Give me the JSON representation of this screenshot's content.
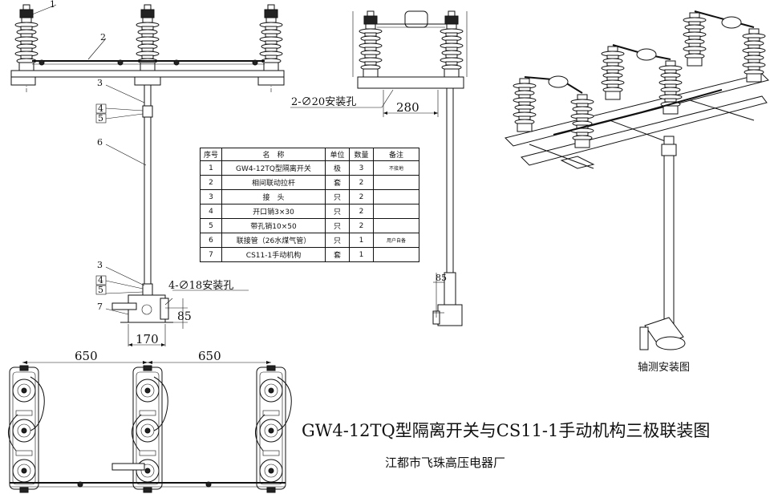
{
  "title": "GW4-12TQ型隔离开关与CS11-1手动机构三极联装图",
  "maker": "江都市飞珠高压电器厂",
  "axonometric_label": "轴测安装图",
  "callouts": {
    "front": [
      "1",
      "2",
      "3",
      "4",
      "5",
      "6",
      "3",
      "4",
      "5",
      "7"
    ]
  },
  "dimensions": {
    "hole_top": "2-∅20安装孔",
    "width_280": "280",
    "dim_85_side": "85",
    "hole_base": "4-∅18安装孔",
    "dim_85_base": "85",
    "dim_170": "170",
    "dim_650_a": "650",
    "dim_650_b": "650"
  },
  "bom": {
    "headers": [
      "序号",
      "名　称",
      "单位",
      "数量",
      "备注"
    ],
    "rows": [
      {
        "no": "1",
        "name": "GW4-12TQ型隔离开关",
        "unit": "极",
        "qty": "3",
        "note": "不接地"
      },
      {
        "no": "2",
        "name": "相间联动拉杆",
        "unit": "套",
        "qty": "2",
        "note": ""
      },
      {
        "no": "3",
        "name": "接　头",
        "unit": "只",
        "qty": "2",
        "note": ""
      },
      {
        "no": "4",
        "name": "开口销3×30",
        "unit": "只",
        "qty": "2",
        "note": ""
      },
      {
        "no": "5",
        "name": "带孔销10×50",
        "unit": "只",
        "qty": "2",
        "note": ""
      },
      {
        "no": "6",
        "name": "联接管（26水煤气管）",
        "unit": "只",
        "qty": "1",
        "note": "用户自备"
      },
      {
        "no": "7",
        "name": "CS11-1手动机构",
        "unit": "套",
        "qty": "1",
        "note": ""
      }
    ]
  }
}
